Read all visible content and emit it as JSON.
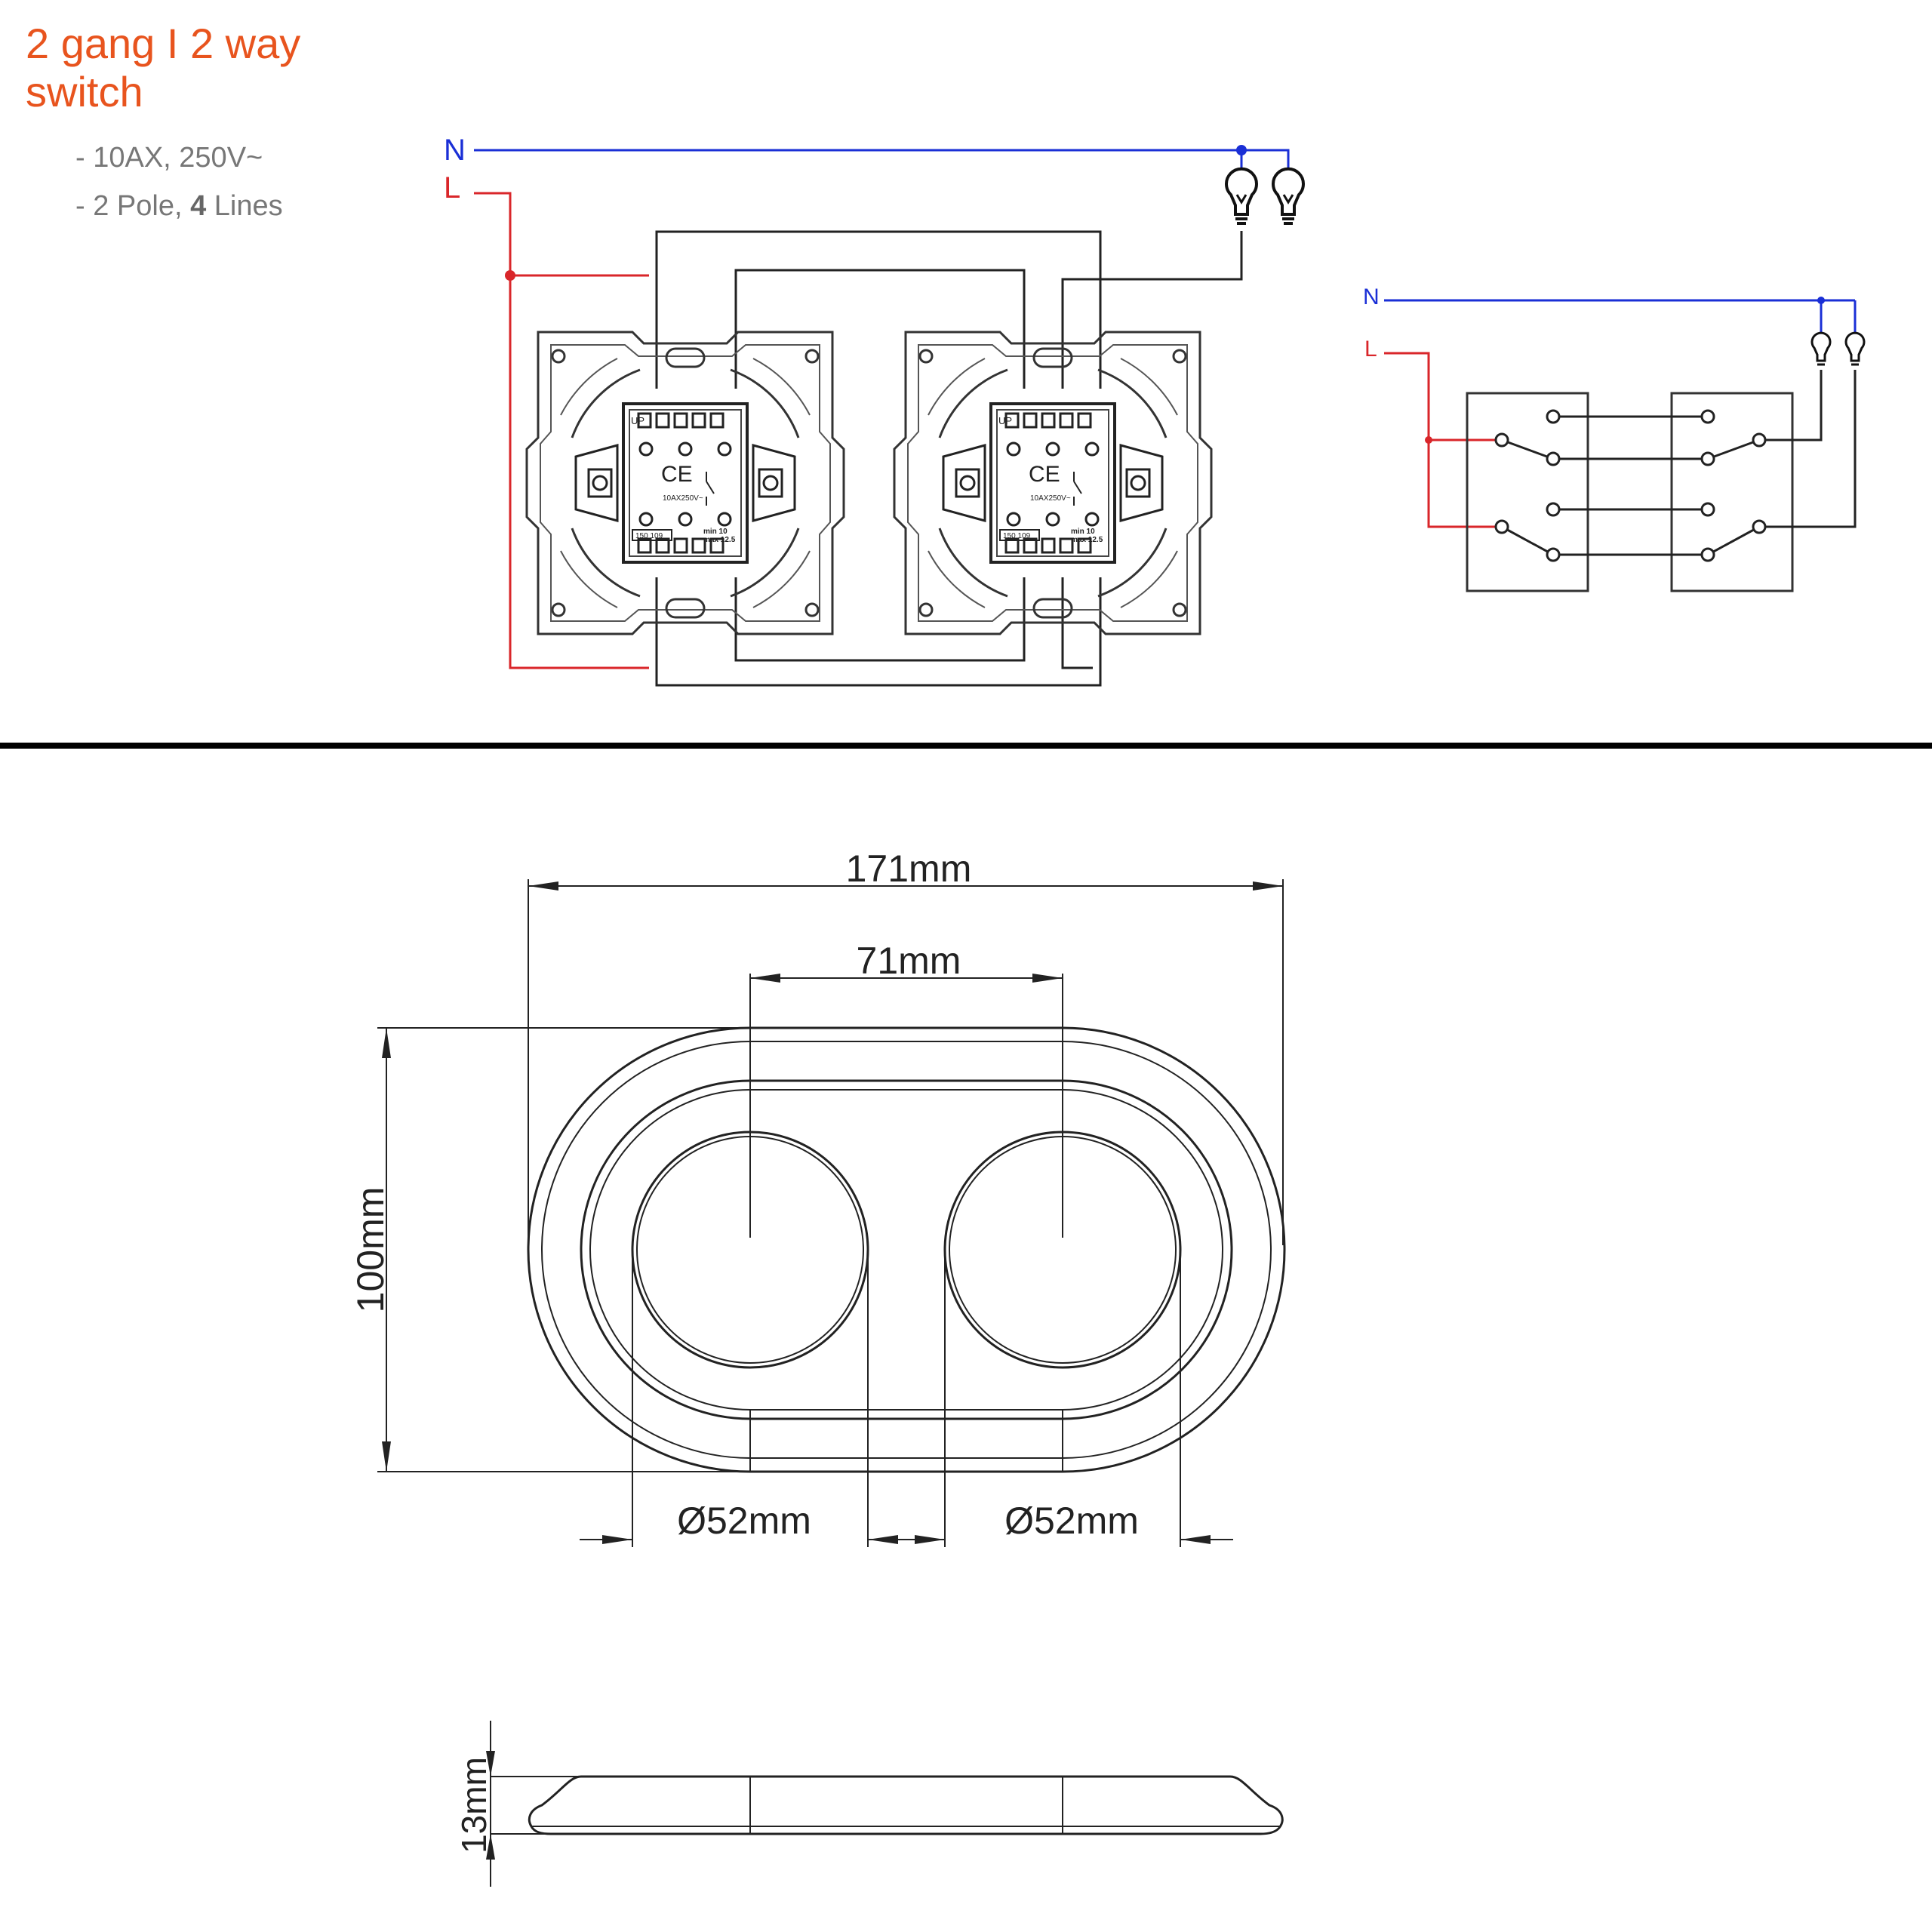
{
  "header": {
    "title_line1": "2 gang I 2 way",
    "title_line2": "switch",
    "spec1": "- 10AX, 250V~",
    "spec2_prefix": "- 2 Pole, ",
    "spec2_bold": "4",
    "spec2_suffix": " Lines"
  },
  "wiring": {
    "neutral_label": "N",
    "live_label": "L",
    "module_rating": "10AX250V~",
    "module_code": "150 109",
    "module_up": "UP",
    "module_ce": "CE",
    "module_min": "min 10",
    "module_max": "max 12.5"
  },
  "schematic": {
    "neutral_label": "N",
    "live_label": "L"
  },
  "dimensions": {
    "width": "171mm",
    "spacing": "71mm",
    "height": "100mm",
    "diameter_left": "Ø52mm",
    "diameter_right": "Ø52mm",
    "depth": "13mm"
  },
  "colors": {
    "title": "#e8541e",
    "neutral_wire": "#1a2fd6",
    "live_wire": "#d9262a",
    "line": "#222222"
  }
}
